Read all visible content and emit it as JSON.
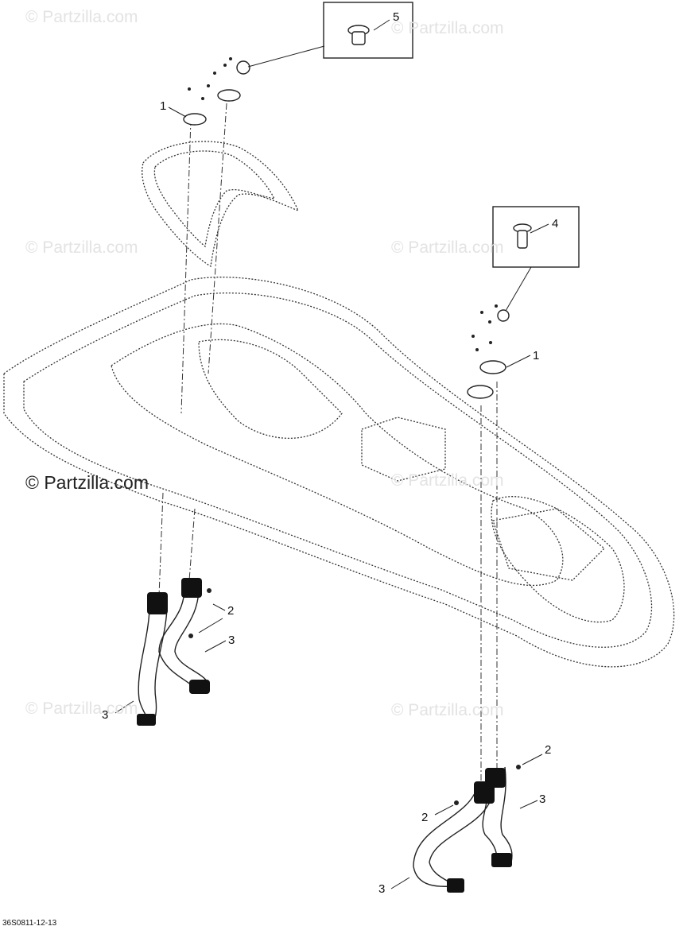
{
  "watermark": {
    "faint": "© Partzilla.com",
    "main": "© Partzilla.com"
  },
  "callouts": {
    "c1_top": "1",
    "c1_right": "1",
    "c2_left": "2",
    "c2_right_top": "2",
    "c2_right_bottom": "2",
    "c3_left_upper": "3",
    "c3_left_lower": "3",
    "c3_right_upper": "3",
    "c3_right_lower": "3",
    "c4": "4",
    "c5": "5"
  },
  "document_code": "36S0811-12-13"
}
